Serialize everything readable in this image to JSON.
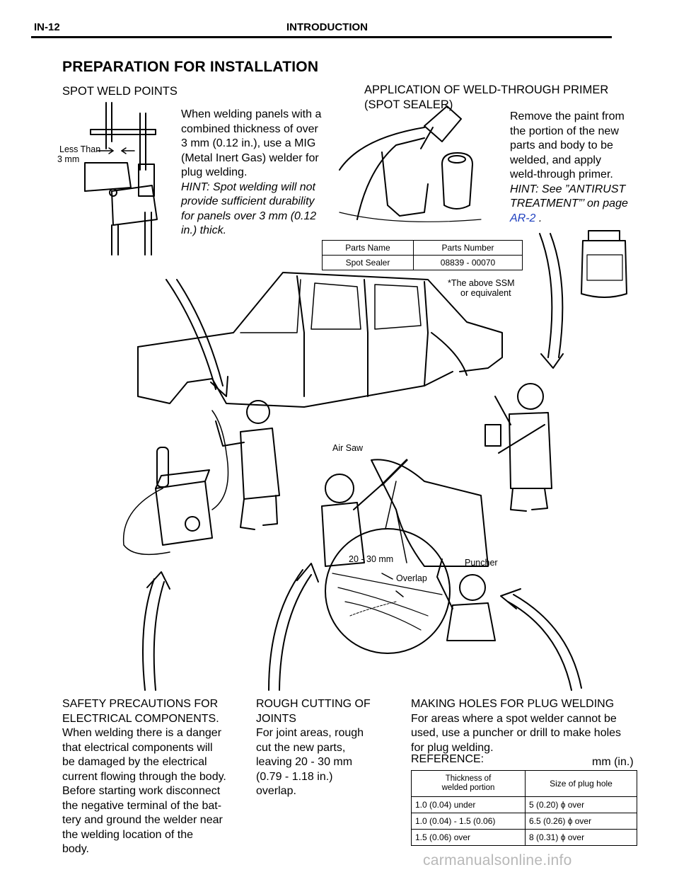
{
  "header": {
    "page_id": "IN-12",
    "section_title": "INTRODUCTION"
  },
  "main_title": "PREPARATION FOR INSTALLATION",
  "spot_weld": {
    "heading": "SPOT WELD POINTS",
    "label_less_than": "Less Than",
    "label_3mm": "3 mm",
    "body_lines": [
      "When welding panels with a",
      "combined thickness of over",
      "3 mm (0.12 in.), use a MIG",
      "(Metal Inert Gas) welder for",
      "plug welding."
    ],
    "hint_lines": [
      "HINT: Spot welding will not",
      "provide sufficient durability",
      "for panels over 3 mm (0.12",
      "in.) thick."
    ]
  },
  "primer": {
    "heading_lines": [
      "APPLICATION OF WELD-THROUGH PRIMER",
      "(SPOT SEALER)"
    ],
    "body_lines": [
      "Remove the paint from",
      "the portion of the new",
      "parts and body to be",
      "welded, and apply",
      "weld-through  primer."
    ],
    "hint_lines": [
      "HINT: See ”ANTIRUST",
      "TREATMENT”’ on page"
    ],
    "link_text": "AR-2",
    "link_suffix": " .",
    "parts_table": {
      "headers": [
        "Parts Name",
        "Parts Number"
      ],
      "row": [
        "Spot Sealer",
        "08839 - 00070"
      ]
    },
    "ssm_note_lines": [
      "*The above SSM",
      "or equivalent"
    ]
  },
  "diagram_labels": {
    "air_saw": "Air Saw",
    "overlap_dim": "20 - 30 mm",
    "overlap": "Overlap",
    "puncher": "Puncher"
  },
  "safety": {
    "lines": [
      "SAFETY PRECAUTIONS FOR",
      "ELECTRICAL COMPONENTS.",
      "When welding there is a danger",
      "that electrical components will",
      "be damaged by the electrical",
      "current flowing through the body.",
      "Before starting work disconnect",
      "the negative terminal of the bat-",
      "tery and ground the welder near",
      "the welding location of the",
      "body."
    ]
  },
  "rough_cut": {
    "lines": [
      "ROUGH CUTTING OF",
      "JOINTS",
      "For joint areas, rough",
      "cut the new parts,",
      "leaving 20 - 30 mm",
      "(0.79 - 1.18 in.)",
      "overlap."
    ]
  },
  "holes": {
    "lines": [
      "MAKING HOLES FOR PLUG WELDING",
      "For areas where a spot welder cannot be",
      "used, use a puncher or drill to make holes",
      "for plug welding."
    ],
    "reference_label": "REFERENCE:",
    "unit": "mm (in.)",
    "table": {
      "header_col1_lines": [
        "Thickness of",
        "welded portion"
      ],
      "header_col2": "Size of plug hole",
      "rows": [
        [
          "1.0 (0.04) under",
          "5 (0.20) ϕ over"
        ],
        [
          "1.0 (0.04) - 1.5 (0.06)",
          "6.5 (0.26) ϕ over"
        ],
        [
          "1.5 (0.06) over",
          "8 (0.31) ϕ over"
        ]
      ]
    }
  },
  "watermark": "carmanualsonline.info"
}
